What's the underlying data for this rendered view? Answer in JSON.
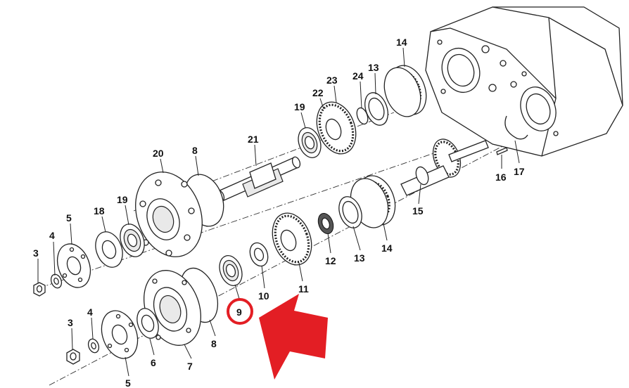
{
  "labels": [
    {
      "key": "3a",
      "text": "3"
    },
    {
      "key": "4a",
      "text": "4"
    },
    {
      "key": "5a",
      "text": "5"
    },
    {
      "key": "18",
      "text": "18"
    },
    {
      "key": "19a",
      "text": "19"
    },
    {
      "key": "20",
      "text": "20"
    },
    {
      "key": "8a",
      "text": "8"
    },
    {
      "key": "21",
      "text": "21"
    },
    {
      "key": "19b",
      "text": "19"
    },
    {
      "key": "22",
      "text": "22"
    },
    {
      "key": "23",
      "text": "23"
    },
    {
      "key": "24",
      "text": "24"
    },
    {
      "key": "13a",
      "text": "13"
    },
    {
      "key": "14a",
      "text": "14"
    },
    {
      "key": "16",
      "text": "16"
    },
    {
      "key": "17",
      "text": "17"
    },
    {
      "key": "15",
      "text": "15"
    },
    {
      "key": "14b",
      "text": "14"
    },
    {
      "key": "13b",
      "text": "13"
    },
    {
      "key": "12",
      "text": "12"
    },
    {
      "key": "11",
      "text": "11"
    },
    {
      "key": "10",
      "text": "10"
    },
    {
      "key": "9",
      "text": "9"
    },
    {
      "key": "3b",
      "text": "3"
    },
    {
      "key": "4b",
      "text": "4"
    },
    {
      "key": "5b",
      "text": "5"
    },
    {
      "key": "6",
      "text": "6"
    },
    {
      "key": "7",
      "text": "7"
    },
    {
      "key": "8b",
      "text": "8"
    }
  ],
  "highlight": {
    "label": "9",
    "circle_color": "#e31e24",
    "arrow_color": "#e31e24"
  }
}
